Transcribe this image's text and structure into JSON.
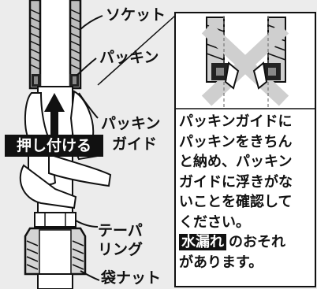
{
  "labels": {
    "socket": "ソケット",
    "packing": "パッキン",
    "packing_guide_line1": "パッキン",
    "packing_guide_line2": "ガイド",
    "push": "押し付ける",
    "taper_ring_line1": "テーパ",
    "taper_ring_line2": "リング",
    "bag_nut": "袋ナット"
  },
  "note": {
    "lines": [
      "パッキンガイドに",
      "パッキンをきちん",
      "と納め、パッキン",
      "ガイドに浮きがな",
      "いことを確認して",
      "ください。"
    ],
    "warning_highlight": "水漏れ",
    "warning_rest_line1": "のおそれ",
    "warning_rest_line2": "があります。"
  }
}
